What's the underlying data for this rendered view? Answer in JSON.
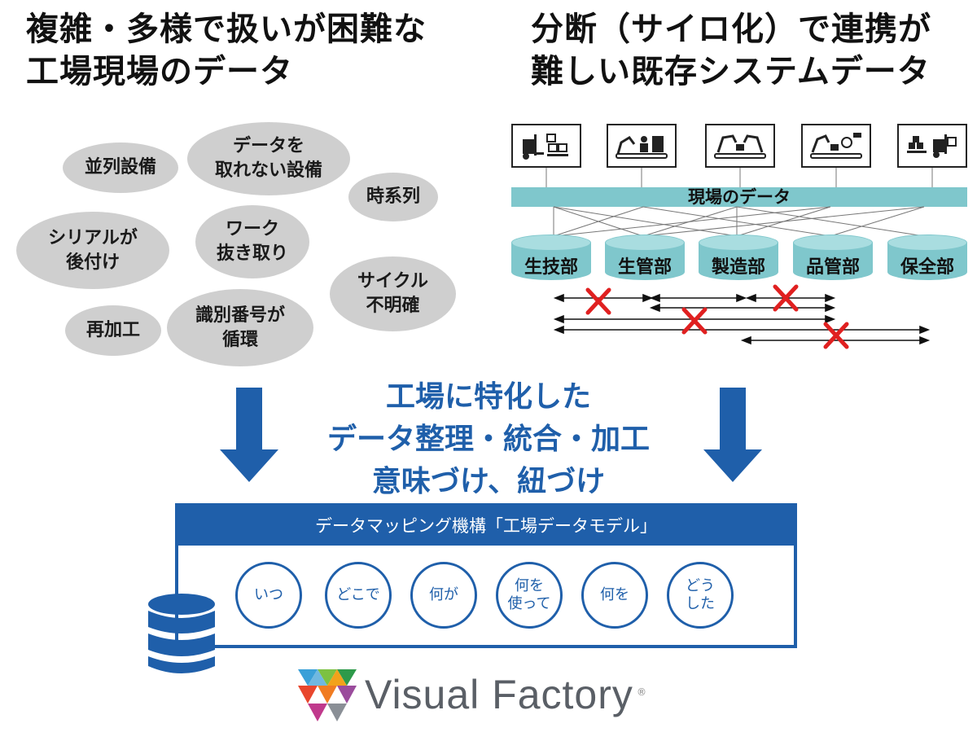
{
  "left_heading": {
    "line1": "複雑・多様で扱いが困難な",
    "line2": "工場現場のデータ"
  },
  "right_heading": {
    "line1": "分断（サイロ化）で連携が",
    "line2": "難しい既存システムデータ"
  },
  "bubbles": [
    {
      "label": "並列設備"
    },
    {
      "label": "データを\n取れない設備"
    },
    {
      "label": "時系列"
    },
    {
      "label": "シリアルが\n後付け"
    },
    {
      "label": "ワーク\n抜き取り"
    },
    {
      "label": "サイクル\n不明確"
    },
    {
      "label": "再加工"
    },
    {
      "label": "識別番号が\n循環"
    }
  ],
  "machines": [
    {
      "icon": "forklift-boxes-icon"
    },
    {
      "icon": "robot-worker-icon"
    },
    {
      "icon": "robot-arms-icon"
    },
    {
      "icon": "robot-camera-icon"
    },
    {
      "icon": "pallets-forklift-icon"
    }
  ],
  "data_band": {
    "label": "現場のデータ"
  },
  "departments": [
    {
      "label": "生技部"
    },
    {
      "label": "生管部"
    },
    {
      "label": "製造部"
    },
    {
      "label": "品管部"
    },
    {
      "label": "保全部"
    }
  ],
  "middle_text": {
    "line1": "工場に特化した",
    "line2": "データ整理・統合・加工",
    "line3": "意味づけ、紐づけ"
  },
  "mapping": {
    "header": "データマッピング機構「工場データモデル」",
    "questions": [
      {
        "label": "いつ"
      },
      {
        "label": "どこで"
      },
      {
        "label": "何が"
      },
      {
        "label": "何を\n使って"
      },
      {
        "label": "何を"
      },
      {
        "label": "どう\nした"
      }
    ]
  },
  "logo": {
    "text": "Visual Factory",
    "reg": "®"
  },
  "colors": {
    "blue": "#1f5faa",
    "teal": "#7fc7cc",
    "bubble_gray": "#cfcfcf",
    "cross_red": "#e02020"
  }
}
